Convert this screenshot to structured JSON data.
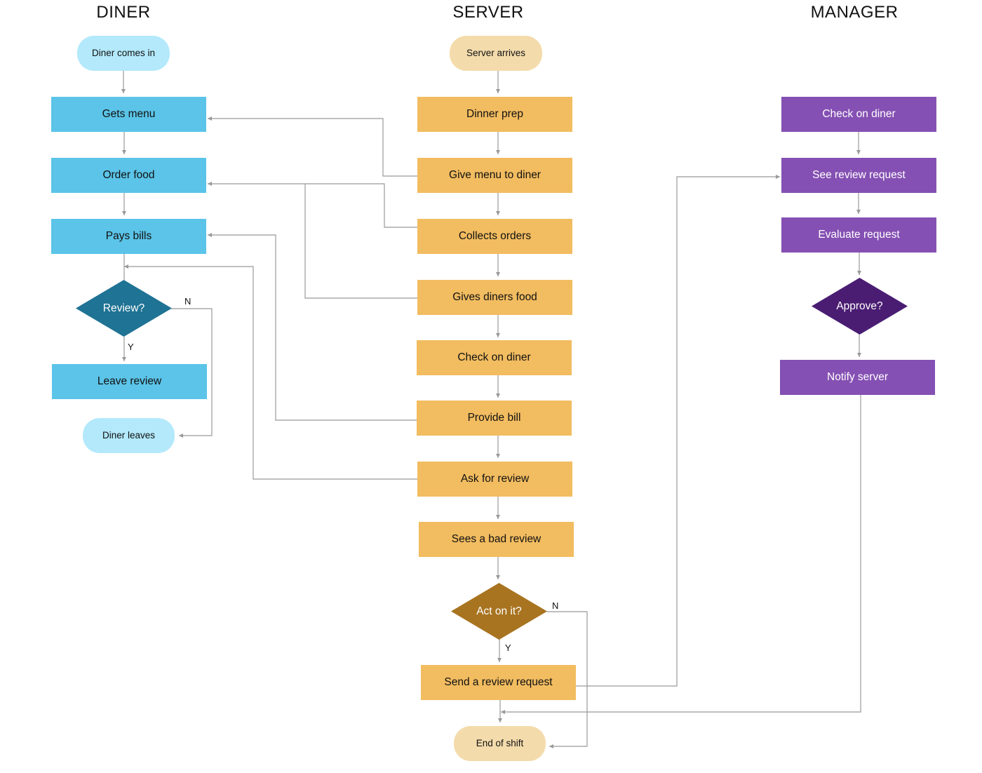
{
  "colors": {
    "diner_box": "#5bc4e8",
    "diner_terminal": "#b3e9fb",
    "diner_decision": "#1f7394",
    "server_box": "#f2bc60",
    "server_terminal": "#f4dbab",
    "server_decision": "#a87420",
    "manager_box": "#8550b3",
    "manager_decision": "#4a1d73",
    "connector": "#999999"
  },
  "lanes": {
    "diner": "DINER",
    "server": "SERVER",
    "manager": "MANAGER"
  },
  "diner": {
    "start": "Diner comes in",
    "gets_menu": "Gets menu",
    "order_food": "Order food",
    "pays_bills": "Pays bills",
    "review_decision": "Review?",
    "leave_review": "Leave review",
    "end": "Diner leaves"
  },
  "server": {
    "start": "Server arrives",
    "dinner_prep": "Dinner prep",
    "give_menu": "Give menu to diner",
    "collects_orders": "Collects orders",
    "gives_food": "Gives diners food",
    "check_on_diner": "Check on diner",
    "provide_bill": "Provide bill",
    "ask_review": "Ask for review",
    "sees_bad_review": "Sees a bad review",
    "act_decision": "Act on it?",
    "send_request": "Send a review request",
    "end": "End of shift"
  },
  "manager": {
    "check_on_diner": "Check on diner",
    "see_request": "See review request",
    "evaluate": "Evaluate request",
    "approve_decision": "Approve?",
    "notify_server": "Notify server"
  },
  "edge_labels": {
    "yes": "Y",
    "no": "N"
  }
}
